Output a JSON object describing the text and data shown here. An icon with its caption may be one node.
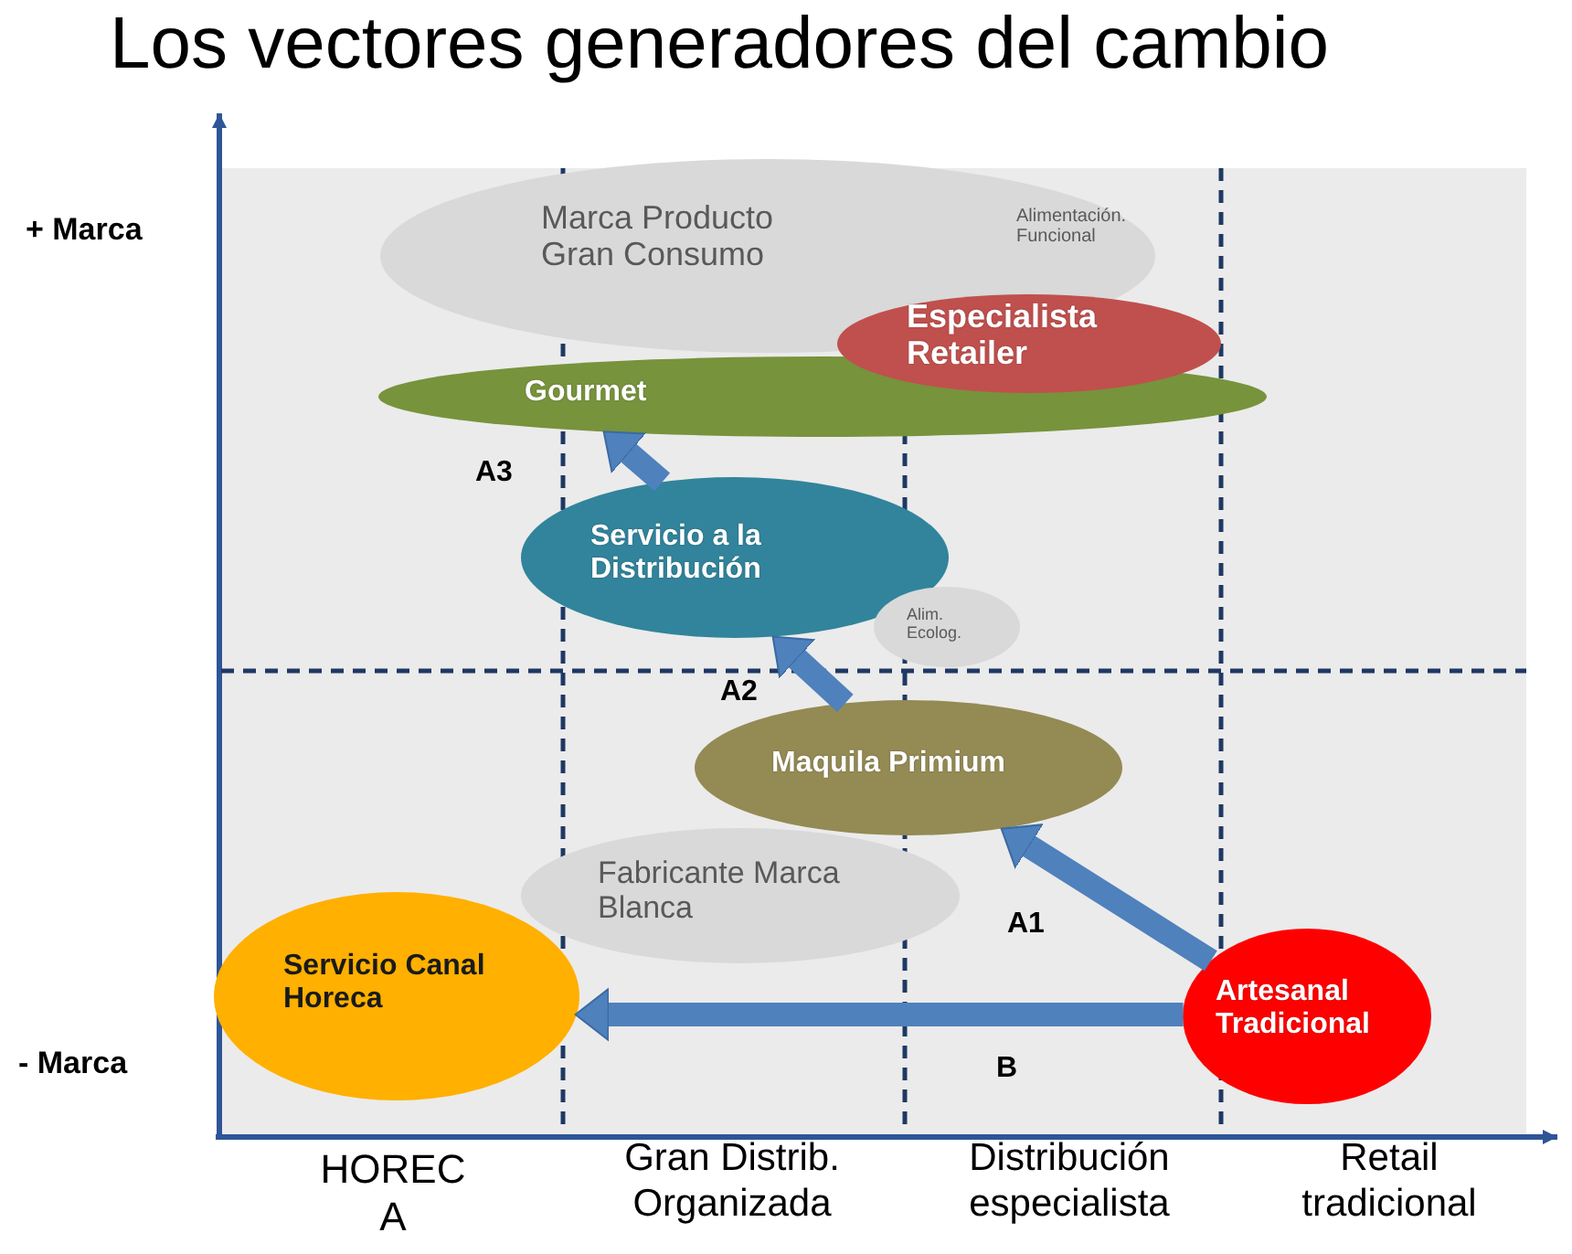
{
  "diagram": {
    "title": "Los vectores generadores del cambio",
    "nodes": [
      {
        "text": [
          "Marca Producto Gran Consumo",
          "Alimentación. Funcional"
        ]
      },
      {
        "text": [
          "Especialista Retailer"
        ]
      },
      {
        "text": [
          "Gourmet"
        ]
      },
      {
        "text": [
          "Servicio a la Distribución"
        ]
      },
      {
        "text": [
          "Alim. Ecolog."
        ]
      },
      {
        "text": [
          "Maquila Primium"
        ]
      },
      {
        "text": [
          "Fabricante Marca Blanca"
        ]
      },
      {
        "text": [
          "Servicio Canal Horeca"
        ]
      },
      {
        "text": [
          "Artesanal Tradicional"
        ]
      }
    ],
    "edges": [
      {
        "from": 3,
        "to": 2,
        "arrow": "to",
        "label": "A3"
      },
      {
        "from": 5,
        "to": 3,
        "arrow": "to",
        "label": "A2"
      },
      {
        "from": 8,
        "to": 5,
        "arrow": "to",
        "label": "A1"
      },
      {
        "from": 8,
        "to": 7,
        "arrow": "to",
        "label": "B"
      }
    ],
    "labels": [
      "+ Marca",
      "- Marca",
      "HOREC A",
      "Gran Distrib. Organizada",
      "Distribución especialista",
      "Retail tradicional"
    ]
  }
}
